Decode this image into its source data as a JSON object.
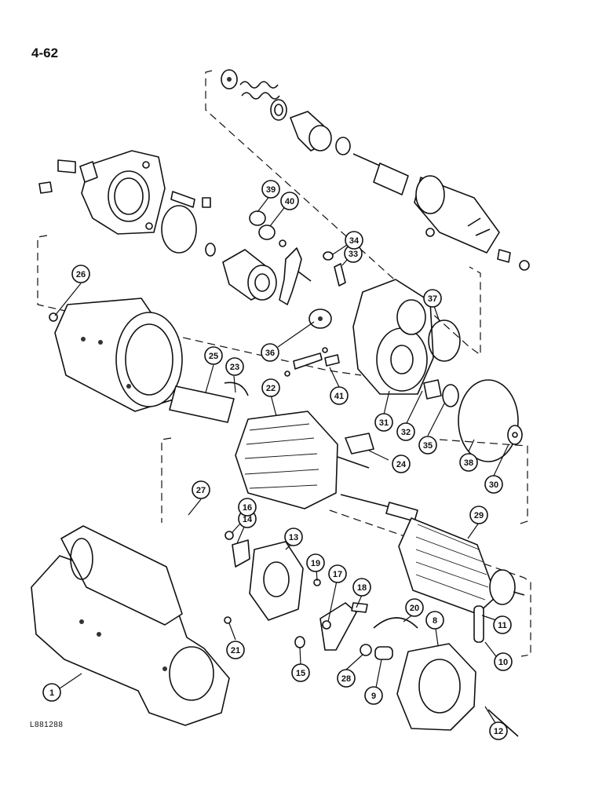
{
  "page_number": "4-62",
  "figure_code": "L881288",
  "callouts": [
    "1",
    "8",
    "9",
    "10",
    "11",
    "12",
    "13",
    "14",
    "15",
    "16",
    "17",
    "18",
    "19",
    "20",
    "21",
    "22",
    "23",
    "24",
    "25",
    "26",
    "27",
    "28",
    "29",
    "30",
    "31",
    "32",
    "33",
    "34",
    "35",
    "36",
    "37",
    "38",
    "39",
    "40",
    "41"
  ]
}
